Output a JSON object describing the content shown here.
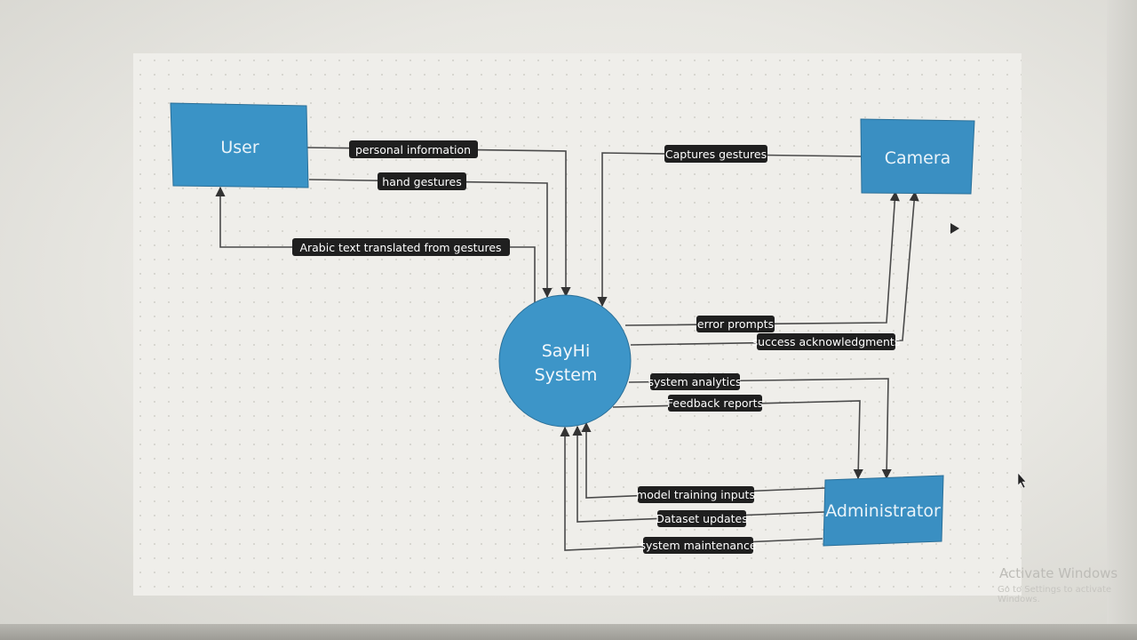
{
  "entities": {
    "user": "User",
    "camera": "Camera",
    "administrator": "Administrator"
  },
  "process": {
    "line1": "SayHi",
    "line2": "System"
  },
  "flows": {
    "personal_information": "personal information",
    "hand_gestures": "hand gestures",
    "arabic_text": "Arabic text translated from gestures",
    "captures_gestures": "Captures gestures",
    "error_prompts": "error prompts",
    "success_acknowledgments": "success acknowledgments",
    "system_analytics": "system analytics",
    "feedback_reports": "Feedback reports",
    "model_training_inputs": "model training inputs",
    "dataset_updates": "Dataset updates",
    "system_maintenance": "system maintenance"
  },
  "watermark": {
    "line1": "Activate Windows",
    "line2": "Go to Settings to activate Windows."
  },
  "colors": {
    "entity_fill": "#3a93c6",
    "process_fill": "#3d95c8",
    "label_bg": "#1f1f1f",
    "edge": "#4a4a4a"
  }
}
